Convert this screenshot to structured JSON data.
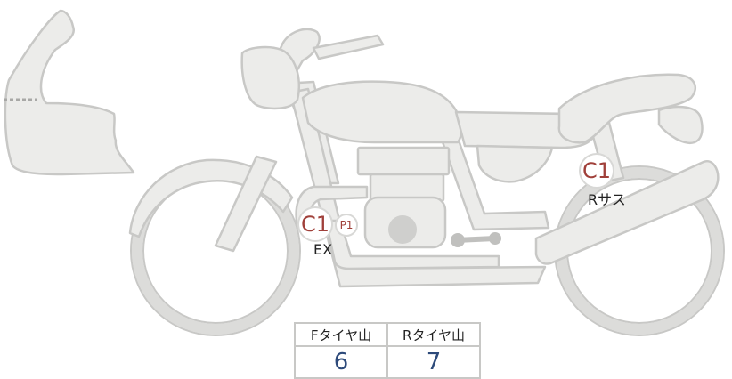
{
  "hotspots": {
    "exhaust_condition": "C1",
    "exhaust_sub": "P1",
    "exhaust_label": "EX",
    "rear_suspension_condition": "C1",
    "rear_suspension_label": "Rサス"
  },
  "tire_table": {
    "headers": [
      "Fタイヤ山",
      "Rタイヤ山"
    ],
    "values": [
      "6",
      "7"
    ]
  },
  "colors": {
    "condition_text": "#a0403a",
    "value_text": "#2d4a7a",
    "part_fill": "#ececea",
    "part_stroke": "#c8c8c6"
  }
}
